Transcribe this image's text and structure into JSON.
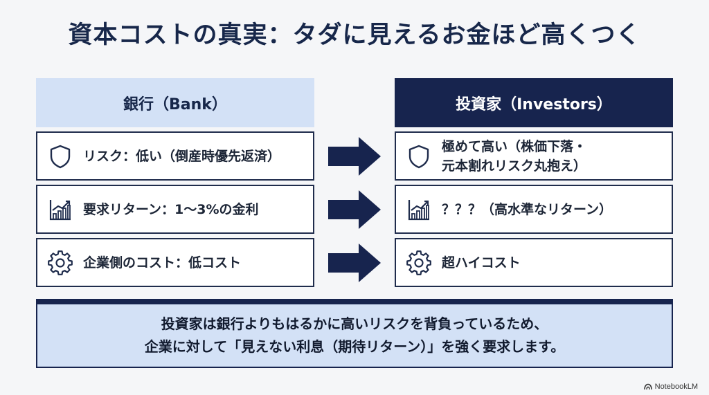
{
  "title": "資本コストの真実：タダに見えるお金ほど高くつく",
  "columns": {
    "left": {
      "header": "銀行（Bank）"
    },
    "right": {
      "header": "投資家（Investors）"
    }
  },
  "rows": [
    {
      "icon": "shield-icon",
      "left": "リスク：低い（倒産時優先返済）",
      "right_line1": "極めて高い（株価下落・",
      "right_line2": "元本割れリスク丸抱え）"
    },
    {
      "icon": "growth-chart-icon",
      "left": "要求リターン：1〜3%の金利",
      "right_line1": "？？？（高水準なリターン）"
    },
    {
      "icon": "gear-icon",
      "left": "企業側のコスト：低コスト",
      "right_line1": "超ハイコスト"
    }
  ],
  "summary": {
    "line1": "投資家は銀行よりもはるかに高いリスクを背負っているため、",
    "line2": "企業に対して「見えない利息（期待リターン）」を強く要求します。"
  },
  "brand": {
    "label": "NotebookLM"
  },
  "colors": {
    "navy": "#17244e",
    "light_blue": "#d3e1f6",
    "card_border": "#1f2c4c"
  }
}
